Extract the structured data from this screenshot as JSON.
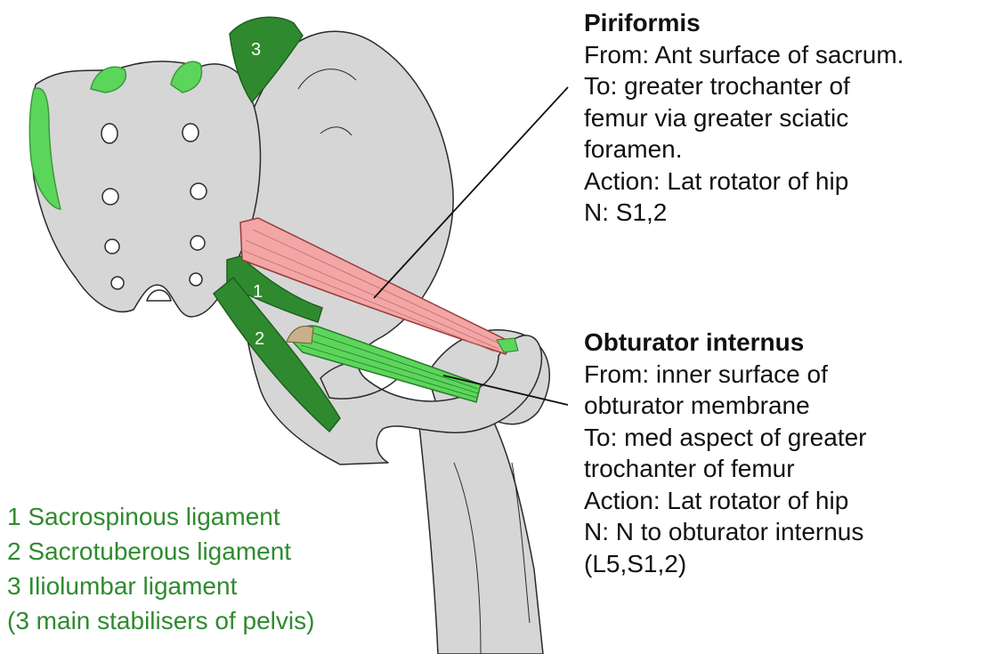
{
  "labels": {
    "l1": "1",
    "l2": "2",
    "l3": "3"
  },
  "piriformis": {
    "title": "Piriformis",
    "lines": [
      "From: Ant surface of sacrum.",
      "To: greater trochanter of",
      "femur via greater sciatic",
      "foramen.",
      "Action: Lat rotator  of hip",
      "N: S1,2"
    ]
  },
  "obturator": {
    "title": "Obturator internus",
    "lines": [
      "From: inner surface of",
      "obturator membrane",
      "To: med aspect of greater",
      "trochanter of femur",
      "Action: Lat rotator of hip",
      "N: N to obturator internus",
      "(L5,S1,2)"
    ]
  },
  "legend": [
    "1  Sacrospinous ligament",
    "2  Sacrotuberous ligament",
    "3  Iliolumbar ligament",
    "(3 main stabilisers of pelvis)"
  ],
  "colors": {
    "bone": "#d6d6d6",
    "bone_outline": "#2a2a2a",
    "ligament": "#2f8a2f",
    "muscle_green": "#5bd65b",
    "piriformis": "#f2a6a6",
    "legend_text": "#2e8b2e"
  }
}
